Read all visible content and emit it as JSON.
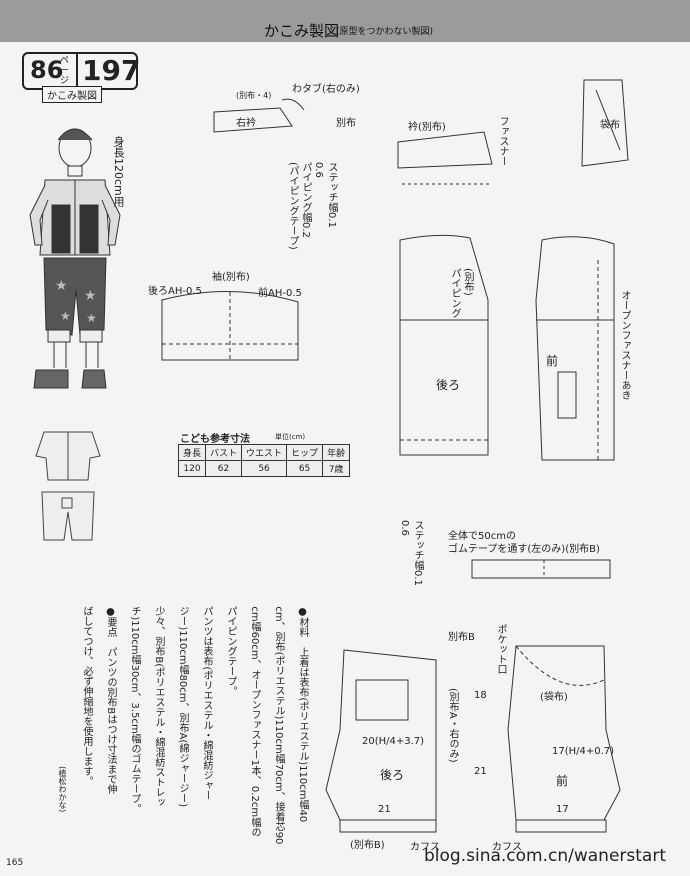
{
  "header": {
    "title": "かこみ製図",
    "subtitle": "(原型をつかわない製図)"
  },
  "page_ref": {
    "page": "86",
    "suffix": "ページ",
    "pattern": "197",
    "label": "かこみ製図"
  },
  "figure": {
    "height_note": "身長120cm用"
  },
  "size_table": {
    "title": "こども参考寸法",
    "unit": "単位(cm)",
    "headers": [
      "身長",
      "バスト",
      "ウエスト",
      "ヒップ",
      "年齢"
    ],
    "values": [
      "120",
      "62",
      "56",
      "65",
      "7歳"
    ]
  },
  "materials": {
    "lines": [
      "●材料　上着は表布(ポリエステル)110cm幅40",
      "cm、別布(ポリエステル)110cm幅70cm、接着芯90",
      "cm幅60cm、オープンファスナー1本、0.2cm幅の",
      "パイピングテープ。",
      "パンツは表布(ポリエステル・綿混紡ジャー",
      "ジー)110cm幅80cm、別布A(綿ジャージー)",
      "少々、別布B(ポリエステル・綿混紡ストレッ",
      "チ)110cm幅30cm、3.5cm幅のゴムテープ。",
      "●要点　パンツの別布Bはつけ寸法まで伸",
      "ばしてつけ、必ず伸縮地を使用します。"
    ],
    "credit": "(植松わかな)"
  },
  "labels": {
    "tab": "わタブ(右のみ)",
    "tab_bekkofu": "(別布・4)",
    "right_collar": "右衿",
    "bekkofu": "別布",
    "collar": "衿(別布)",
    "fastener": "ファスナー",
    "stitch1": "ステッチ幅0.1\n0.6\nパイピング幅0.2\n(パイピングテープ)",
    "sleeve": "袖(別布)",
    "back_ah": "後ろAH-0.5",
    "front_ah": "前AH-0.5",
    "back": "後ろ",
    "front": "前",
    "piping": "(別布)\nパイピング",
    "open_zipper": "オープンファスナーあき",
    "pocket_bag": "袋布",
    "elastic_note": "全体で50cmの\nゴムテープを通す(左のみ)(別布B)",
    "stitch2": "ステッチ幅0.1\n0.6",
    "pocket_label": "ポケット口",
    "bekkofu_b": "別布B",
    "bekkofu_a": "(別布A・右のみ)",
    "pocket_bag2": "(袋布)",
    "cuffs": "カフス",
    "cuffs_b": "(別布B)",
    "waist_back": "20(H/4+3.7)",
    "waist_front": "17(H/4+0.7)",
    "inseam_back": "21",
    "inseam_front": "17",
    "length_back": "18",
    "length_front": "21"
  },
  "watermark": "blog.sina.com.cn/wanerstart",
  "page_number": "165"
}
